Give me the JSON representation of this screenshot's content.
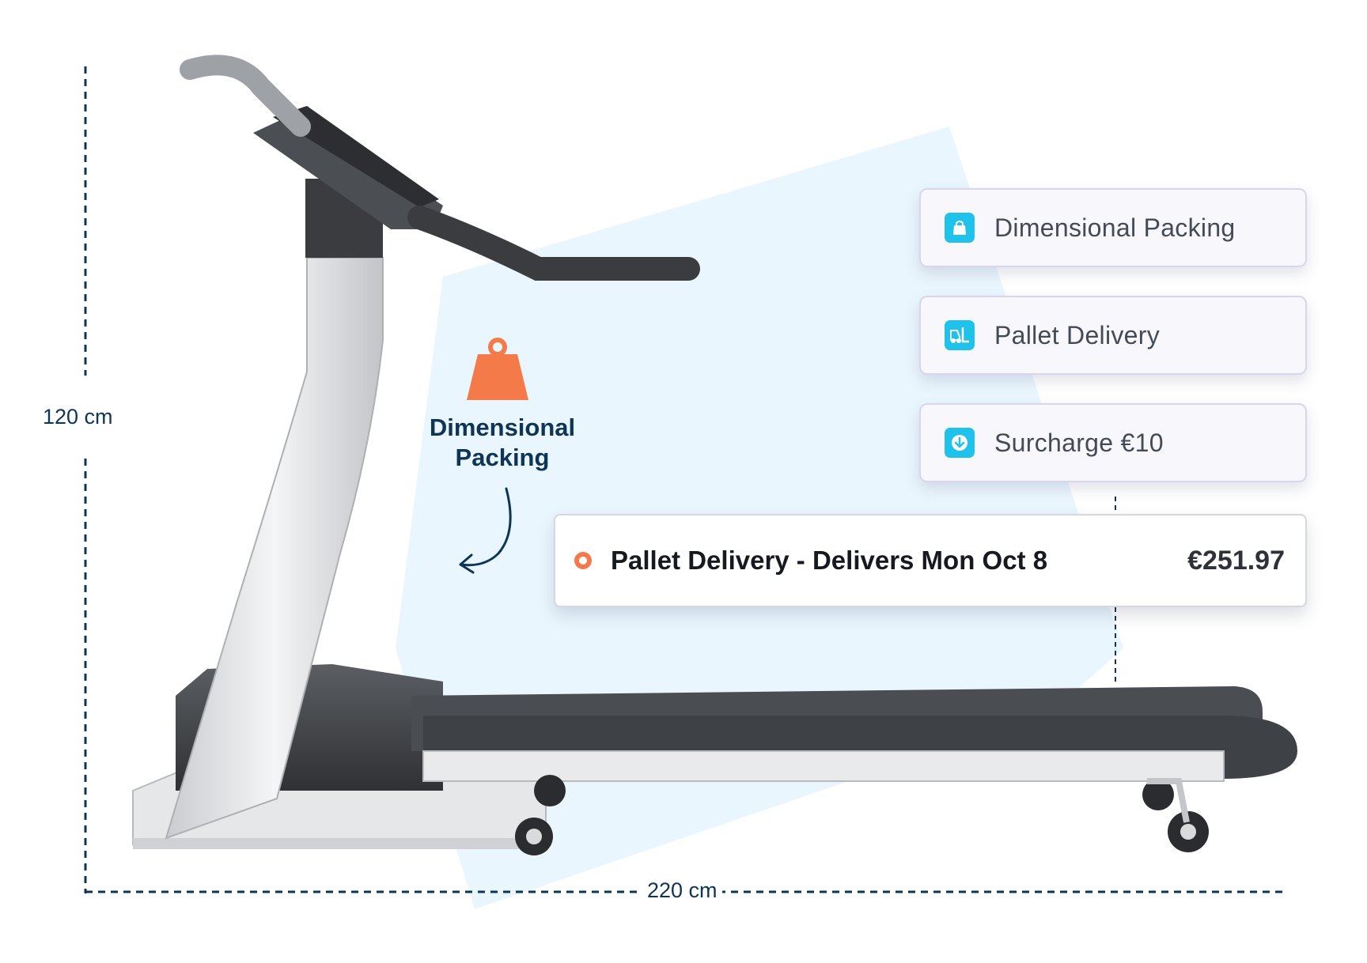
{
  "dimensions": {
    "height_label": "120 cm",
    "width_label": "220 cm",
    "line_color": "#0f3556"
  },
  "callout": {
    "title_line1": "Dimensional",
    "title_line2": "Packing",
    "icon": "weight-icon",
    "icon_color": "#f47a4a"
  },
  "options": [
    {
      "label": "Dimensional Packing",
      "icon": "shopping-bag-icon"
    },
    {
      "label": "Pallet Delivery",
      "icon": "forklift-icon"
    },
    {
      "label": "Surcharge €10",
      "icon": "download-icon"
    }
  ],
  "delivery": {
    "label": "Pallet Delivery - Delivers Mon Oct 8",
    "price": "€251.97",
    "selected": true
  },
  "colors": {
    "accent": "#1ec2ea",
    "orange": "#f47a4a",
    "navy": "#0f3556",
    "background_blob": "#eaf6fd"
  }
}
